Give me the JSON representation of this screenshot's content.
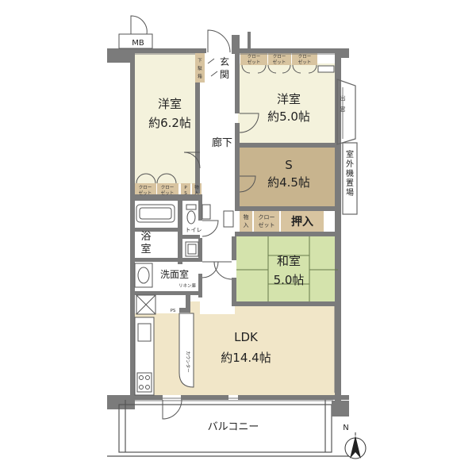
{
  "colors": {
    "wall": "#7b7b7b",
    "wall_dark": "#6a6a6a",
    "western_room": "#f4f2dc",
    "s_room": "#c8b48e",
    "japanese_room": "#d4e3ac",
    "ldk": "#f1e6c8",
    "closet": "#d8c4a0",
    "wet_area": "#ffffff",
    "fixture_line": "#555555",
    "balcony_line": "#555555"
  },
  "rooms": {
    "western1": {
      "name": "洋室",
      "size": "約6.2帖"
    },
    "western2": {
      "name": "洋室",
      "size": "約5.0帖"
    },
    "s_room": {
      "name": "S",
      "size": "約4.5帖"
    },
    "japanese": {
      "name": "和室",
      "size": "5.0帖"
    },
    "ldk": {
      "name": "LDK",
      "size": "約14.4帖"
    },
    "bath": {
      "line1": "浴",
      "line2": "室"
    },
    "washroom": {
      "name": "洗面室",
      "sub": "リネン庫"
    },
    "toilet": {
      "name": "トイレ"
    }
  },
  "labels": {
    "mb": "MB",
    "entrance_1": "玄",
    "entrance_2": "関",
    "shoe_box_1": "下",
    "shoe_box_2": "駄",
    "shoe_box_3": "箱",
    "hallway": "廊下",
    "closet_1": "クロー",
    "closet_2": "ゼット",
    "oshiire": "押入",
    "monoire_1": "物",
    "monoire_2": "入",
    "ps": "PS",
    "ps_short_1": "P",
    "ps_short_2": "S",
    "bay_window_1": "出",
    "bay_window_2": "窓",
    "outdoor_unit": [
      "室",
      "外",
      "機",
      "置",
      "場"
    ],
    "counter": "カウンター",
    "balcony": "バルコニー",
    "north": "N"
  }
}
